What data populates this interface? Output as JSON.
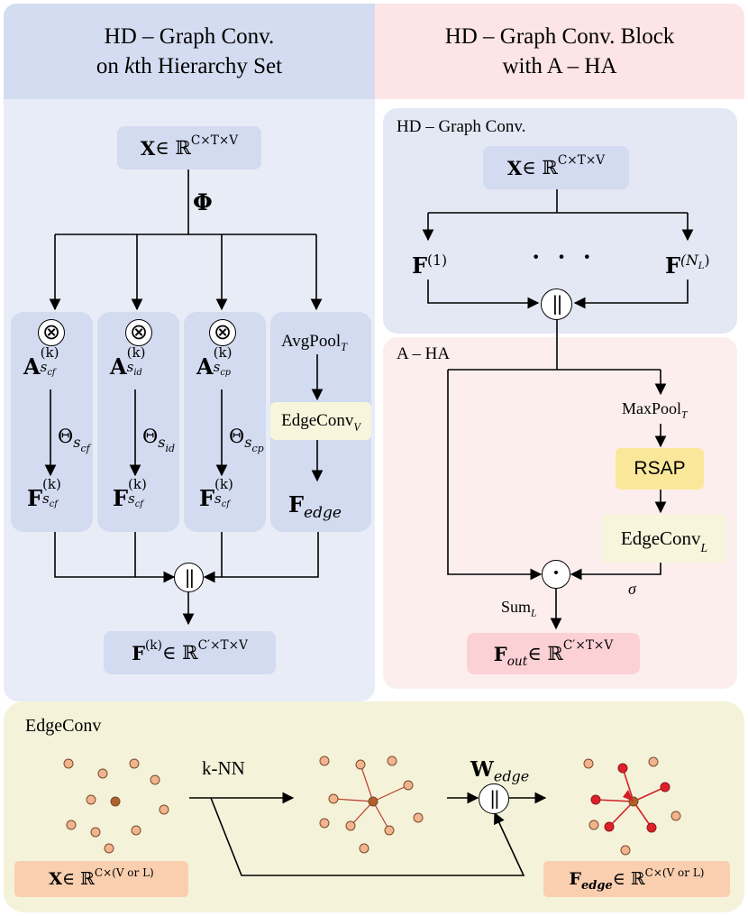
{
  "left_header": {
    "line1": "HD – Graph Conv.",
    "line2_prefix": "on ",
    "line2_k": "k",
    "line2_suffix": "th Hierarchy Set"
  },
  "right_header": {
    "line1": "HD – Graph Conv. Block",
    "line2": "with A – HA"
  },
  "left": {
    "input": {
      "sym": "X",
      "rel": " ∈ ℝ",
      "sup": "C×T×V"
    },
    "phi": "Φ",
    "columns": [
      {
        "op": "⊗",
        "a": "A",
        "a_sup": "(k)",
        "a_sub": "s",
        "a_subsub": "cf",
        "theta": "Θ",
        "theta_sub": "s",
        "theta_subsub": "cf",
        "f": "F",
        "f_sup": "(k)",
        "f_sub": "s",
        "f_subsub": "cf"
      },
      {
        "op": "⊗",
        "a": "A",
        "a_sup": "(k)",
        "a_sub": "s",
        "a_subsub": "id",
        "theta": "Θ",
        "theta_sub": "s",
        "theta_subsub": "id",
        "f": "F",
        "f_sup": "(k)",
        "f_sub": "s",
        "f_subsub": "cf"
      },
      {
        "op": "⊗",
        "a": "A",
        "a_sup": "(k)",
        "a_sub": "s",
        "a_subsub": "cp",
        "theta": "Θ",
        "theta_sub": "s",
        "theta_subsub": "cp",
        "f": "F",
        "f_sup": "(k)",
        "f_sub": "s",
        "f_subsub": "cf"
      }
    ],
    "edge_column": {
      "avgpool": "AvgPool",
      "avgpool_sub": "T",
      "edgeconv": "EdgeConv",
      "edgeconv_sub": "V",
      "f": "F",
      "f_sub": "edge"
    },
    "concat": "||",
    "output": {
      "sym": "F",
      "sup_k": "(k)",
      "rel": " ∈ ℝ",
      "sup": "C′×T×V"
    }
  },
  "right": {
    "hd_title": "HD – Graph Conv.",
    "input": {
      "sym": "X",
      "rel": " ∈ ℝ",
      "sup": "C×T×V"
    },
    "f1": "F",
    "f1_sup": "(1)",
    "dots": "· · ·",
    "fn": "F",
    "fn_sup": "(N",
    "fn_sup_sub": "L",
    "fn_sup_close": ")",
    "concat": "||",
    "aha_title": "A – HA",
    "maxpool": "MaxPool",
    "maxpool_sub": "T",
    "rsap": "RSAP",
    "edgeconv": "EdgeConv",
    "edgeconv_sub": "L",
    "sigma": "σ",
    "dot": "•",
    "sum": "Sum",
    "sum_sub": "L",
    "output": {
      "sym": "F",
      "sub": "out",
      "rel": " ∈ ℝ",
      "sup": "C′×T×V"
    }
  },
  "bottom": {
    "title": "EdgeConv",
    "knn": "k-NN",
    "w": "W",
    "w_sub": "edge",
    "concat": "||",
    "input": {
      "sym": "X",
      "rel": " ∈ ℝ",
      "sup": "C×(V or L)"
    },
    "output": {
      "sym": "F",
      "sub": "edge",
      "rel": " ∈ ℝ",
      "sup": "C×(V or L)"
    }
  },
  "colors": {
    "left_header_bg": "#d3dcf0",
    "right_header_bg": "#fde5e5",
    "left_panel_bg": "#e8ecf6",
    "hd_panel_bg": "#e3e8f4",
    "aha_panel_bg": "#fdeeee",
    "bottom_panel_bg": "#f4f3da",
    "column_bg": "#d3dbf1",
    "blue_box": "#d3dbf1",
    "pink_box": "#fbd1d5",
    "orange_box": "#f9cfb0",
    "yellow_box": "#fbe79a",
    "cream_box": "#f7f5dc",
    "red_node": "#e0202a",
    "tan_node": "#f2b48f",
    "center_node": "#b15f2b"
  }
}
